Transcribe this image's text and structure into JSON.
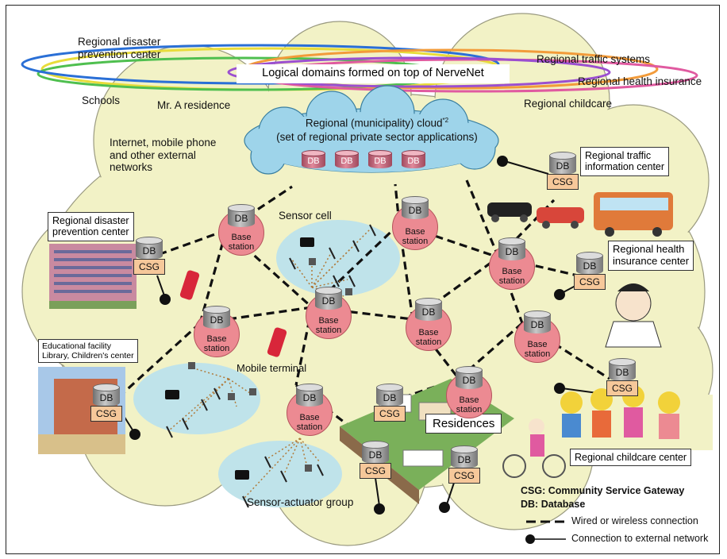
{
  "rings": {
    "disaster": "Regional disaster\nprevention center",
    "schools": "Schools",
    "residence": "Mr. A residence",
    "traffic": "Regional traffic systems",
    "health": "Regional health insurance",
    "childcare": "Regional childcare",
    "logical_domains": "Logical domains formed on top of NerveNet"
  },
  "cloud": {
    "title": "Regional (municipality) cloud",
    "footnote": "*2",
    "subtitle": "(set of regional private sector applications)",
    "db_label": "DB"
  },
  "external": "Internet, mobile phone\nand other external\nnetworks",
  "labels": {
    "sensor_cell": "Sensor cell",
    "mobile_terminal": "Mobile terminal",
    "sensor_actuator": "Sensor-actuator group",
    "residences": "Residences"
  },
  "centers": {
    "disaster": "Regional disaster\nprevention center",
    "education": "Educational facility\nLibrary, Children's center",
    "traffic": "Regional traffic\ninformation center",
    "health": "Regional health\ninsurance center",
    "childcare": "Regional childcare center"
  },
  "node": {
    "base_station": "Base\nstation",
    "db": "DB",
    "csg": "CSG"
  },
  "legend": {
    "csg": "CSG: Community Service Gateway",
    "db": "DB: Database",
    "wired": "Wired or wireless connection",
    "external": "Connection to external network"
  },
  "colors": {
    "ring_blue": "#2a6fd6",
    "ring_yellow": "#e8dc3a",
    "ring_green": "#4fbf4f",
    "ring_orange": "#f29b3a",
    "ring_pink": "#e05aa0",
    "ring_purple": "#9b4fd0",
    "cloud_fill": "#f2f2c6",
    "base_station": "#ec8a92",
    "csg": "#f6c89a",
    "sensor_zone": "#bfe3ea",
    "muni_cloud": "#9ed4ea"
  }
}
